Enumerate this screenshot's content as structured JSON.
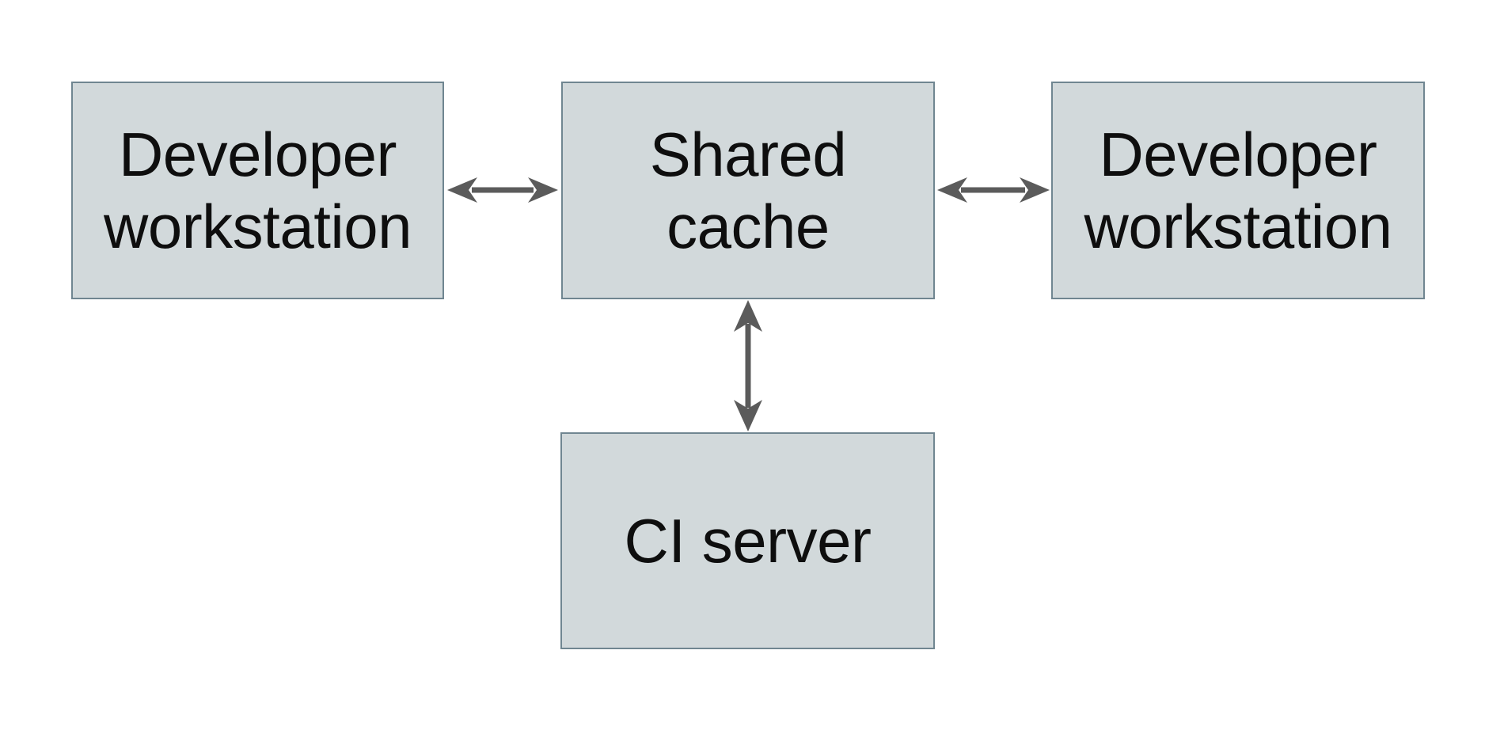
{
  "diagram": {
    "description": "Architecture diagram of a shared build cache",
    "nodes": {
      "dev_left": {
        "label": "Developer\nworkstation"
      },
      "shared_cache": {
        "label": "Shared\ncache"
      },
      "dev_right": {
        "label": "Developer\nworkstation"
      },
      "ci_server": {
        "label": "CI server"
      }
    },
    "edges": [
      {
        "from": "dev_left",
        "to": "shared_cache",
        "direction": "bidirectional"
      },
      {
        "from": "shared_cache",
        "to": "dev_right",
        "direction": "bidirectional"
      },
      {
        "from": "shared_cache",
        "to": "ci_server",
        "direction": "bidirectional"
      }
    ],
    "colors": {
      "background": "#ffffff",
      "node_fill": "#d2d9db",
      "node_border": "#708691",
      "arrow": "#5b5b5b",
      "text": "#0e0e0e"
    }
  }
}
